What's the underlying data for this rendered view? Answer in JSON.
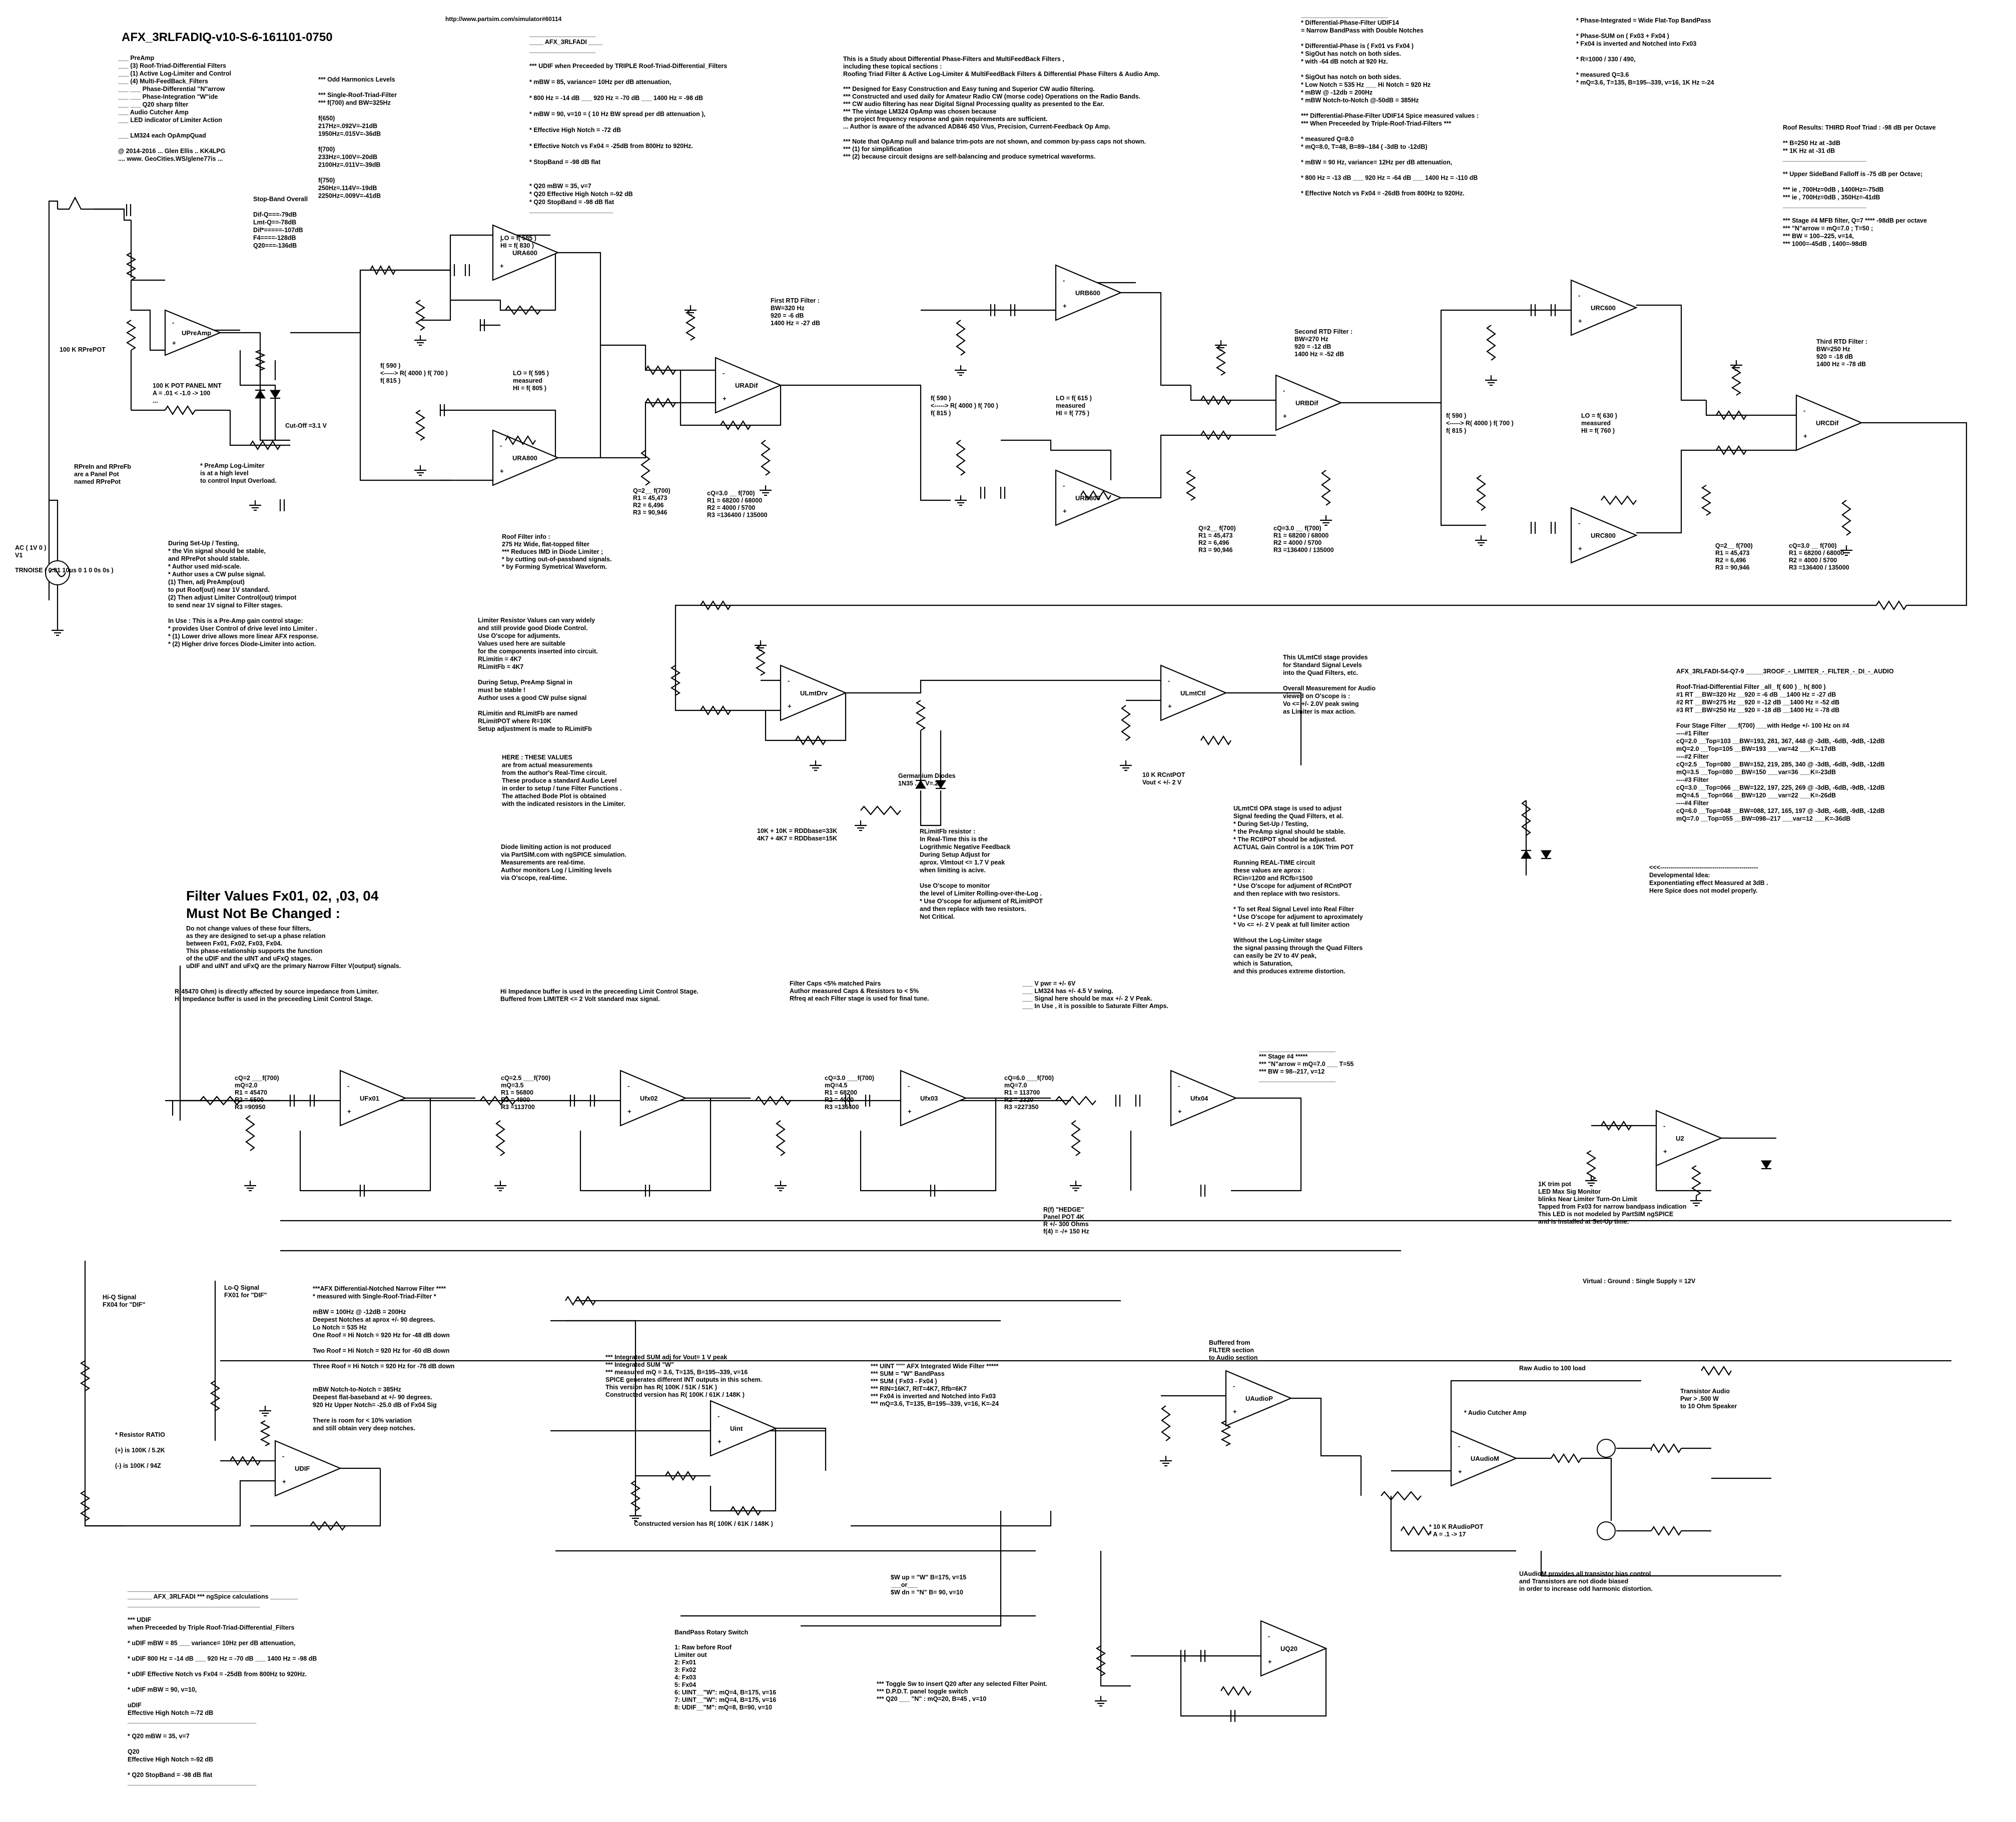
{
  "title": "AFX_3RLFADIQ-v10-S-6-161101-0750",
  "url": "http://www.partsim.com/simulator#60114",
  "filter_title_1": "Filter Values Fx01, 02, ,03, 04",
  "filter_title_2": "Must Not Be Changed :",
  "opamps": [
    {
      "id": "UPreAmp"
    },
    {
      "id": "URA600"
    },
    {
      "id": "URA800"
    },
    {
      "id": "URADif"
    },
    {
      "id": "URB600"
    },
    {
      "id": "URB800"
    },
    {
      "id": "URBDif"
    },
    {
      "id": "URC600"
    },
    {
      "id": "URC800"
    },
    {
      "id": "URCDif"
    },
    {
      "id": "ULmtDrv"
    },
    {
      "id": "ULmtCtl"
    },
    {
      "id": "UFx01"
    },
    {
      "id": "Ufx02"
    },
    {
      "id": "Ufx03"
    },
    {
      "id": "Ufx04"
    },
    {
      "id": "U2"
    },
    {
      "id": "UDIF"
    },
    {
      "id": "Uint"
    },
    {
      "id": "UAudioP"
    },
    {
      "id": "UAudioM"
    },
    {
      "id": "UQ20"
    }
  ],
  "notes": {
    "sections": [
      "___ PreAmp",
      "___ (3) Roof-Triad-Differential Filters",
      "___ (1) Active Log-Limiter and Control",
      "___ (4) Multi-FeedBack_Filters",
      "___ ___ Phase-Differential \"N\"arrow",
      "___ ___ Phase-Integration \"W\"ide",
      "___ ___ Q20 sharp filter",
      "___ Audio Cutcher Amp",
      "___ LED indicator of Limiter Action",
      "",
      "___ LM324 each OpAmpQuad",
      "",
      "@ 2014-2016 ... Glen Ellis .. KK4LPG",
      ".... www. GeoCities.WS/glene77is ..."
    ],
    "harmonics": [
      "*** Odd Harmonics Levels",
      "",
      "*** Single-Roof-Triad-Filter",
      "*** f(700) and BW=325Hz",
      "",
      "f(650)",
      "217Hz=.092V=-21dB",
      "1950Hz=.015V=-36dB",
      "",
      "f(700)",
      "233Hz=.100V=-20dB",
      "2100Hz=.011V=-39dB",
      "",
      "f(750)",
      "250Hz=.114V=-19dB",
      "2250Hz=.009V=-41dB"
    ],
    "stopband": [
      "Stop-Band Overall",
      "",
      "Dif-Q===-79dB",
      "Lmt-Q==-78dB",
      "Dif*=====-107dB",
      "F4====-128dB",
      "Q20===-136dB"
    ],
    "afx": [
      "___________________",
      "____ AFX_3RLFADI ____",
      "___________________",
      "",
      "*** UDIF when Preceeded by TRIPLE Roof-Triad-Differential_Filters",
      "",
      "* mBW = 85, variance= 10Hz per dB attenuation,",
      "",
      "* 800 Hz = -14 dB ___ 920 Hz = -70 dB ___ 1400 Hz = -98 dB",
      "",
      "* mBW = 90,  v=10  = ( 10 Hz BW spread per dB attenuation ),",
      "",
      "* Effective High Notch = -72 dB",
      "",
      "* Effective Notch vs Fx04 = -25dB from 800Hz to 920Hz.",
      "",
      "* StopBand = -98 dB flat",
      "",
      "",
      "* Q20 mBW = 35, v=7",
      "* Q20 Effective High Notch =-92 dB",
      "* Q20 StopBand = -98 dB flat",
      "________________________"
    ],
    "study": [
      "This is a Study about Differential Phase-Filters and MultiFeedBack Filters ,",
      "including these topical sections :",
      "Roofing Triad Filter & Active Log-Limiter & MultiFeedBack Filters & Differential Phase Filters & Audio Amp.",
      "",
      "*** Designed for Easy Construction and Easy tuning and Superior CW audio filtering.",
      "*** Constructed and used daily for Amateur Radio CW (morse code) Operations on the Radio Bands.",
      "*** CW audio filtering has near Digital Signal Processing quality as presented to the Ear.",
      "*** The vintage LM324 OpAmp was chosen because",
      "the project frequency response and gain requirements are sufficient.",
      "... Author is aware of the advanced AD846 450 V/us, Precision, Current-Feedback Op Amp.",
      "",
      "*** Note that OpAmp null and balance trim-pots are not shown, and common by-pass caps not shown.",
      "*** (1) for simplification",
      "*** (2) because circuit designs are self-balancing and produce symetrical waveforms."
    ],
    "udif14": [
      "_________________________",
      "* Differential-Phase-Filter UDIF14",
      "= Narrow BandPass with Double Notches",
      "",
      "* Differential-Phase is ( Fx01 vs Fx04 )",
      "* SigOut has notch on both sides.",
      "* with -64 dB notch at 920 Hz.",
      "",
      "* SigOut has notch on both sides.",
      "* Low Notch = 535 Hz ___ Hi Notch = 920 Hz",
      "* mBW @ -12db = 200Hz",
      "* mBW Notch-to-Notch @-50dB = 385Hz",
      "",
      "*** Differential-Phase-Filter UDIF14 Spice measured values :",
      "*** When Preceeded by Triple-Roof-Triad-Filters ***",
      "",
      "* measured Q=8.0",
      "* mQ=8.0, T=48, B=89--184  ( -3dB to -12dB)",
      "",
      "* mBW = 90 Hz, variance= 12Hz per dB attenuation,",
      "",
      "* 800 Hz = -13 dB ___ 920 Hz = -64 dB ___ 1400 Hz = -110 dB",
      "",
      "* Effective Notch vs Fx04 = -26dB from 800Hz to 920Hz."
    ],
    "phaseint": [
      "* Phase-Integrated = Wide Flat-Top BandPass",
      "",
      "* Phase-SUM on ( Fx03 + Fx04 )",
      "* Fx04 is inverted and Notched into Fx03",
      "",
      "* R=1000 / 330 / 490,",
      "",
      "* measured Q=3.6",
      "* mQ=3.6, T=135, B=195--339, v=16, 1K Hz =-24"
    ],
    "roofresults": [
      "Roof Results: THIRD Roof Triad : -98 dB per Octave",
      "",
      "** B=250 Hz at -3dB",
      "** 1K Hz at -31 dB",
      "________________________",
      "",
      "** Upper SideBand Falloff is -75 dB per Octave;",
      "",
      "***  ie , 700Hz=0dB , 1400Hz=-75dB",
      "***    ie , 700Hz=0dB , 350Hz=-41dB",
      "________________________",
      "",
      "*** Stage #4 MFB filter, Q=7 ****  -98dB per octave",
      "*** \"N\"arrow = mQ=7.0 ; T=50 ;",
      "*** BW = 100--225, v=14,",
      "*** 1000=-45dB , 1400=-98dB"
    ],
    "afxtable": [
      "AFX_3RLFADI-S4-Q7-9 _____3ROOF_-_LIMITER_-_FILTER_-_DI_-_AUDIO",
      "",
      "Roof-Triad-Differential Filter _all_ f( 600 ) _ h( 800 )",
      "#1 RT __BW=320 Hz __920 = -6 dB __1400 Hz = -27 dB",
      "#2 RT __BW=275 Hz __920 = -12 dB __1400 Hz = -52 dB",
      "#3 RT __BW=250 Hz __920 = -18 dB __1400 Hz = -78 dB",
      "",
      "Four Stage Filter ___f(700) ___with Hedge +/- 100 Hz on #4",
      "----#1 Filter",
      "cQ=2.0 __Top=103 __BW=193, 281, 367, 448 @ -3dB, -6dB, -9dB, -12dB",
      "mQ=2.0 __Top=105 __BW=193 ___var=42 ___K=-17dB",
      "----#2 Filter",
      "cQ=2.5 __Top=080 __BW=152, 219, 285, 340 @ -3dB, -6dB, -9dB, -12dB",
      "mQ=3.5 __Top=080 __BW=150 ___var=36 ___K=-23dB",
      "----#3 Filter",
      "cQ=3.0 __Top=066 __BW=122, 197, 225, 269 @ -3dB, -6dB, -9dB, -12dB",
      "mQ=4.5 __Top=066 __BW=120 ___var=22 ___K=-26dB",
      "----#4 Filter",
      "cQ=6.0 __Top=048 __BW=088, 127, 165, 197 @ -3dB, -6dB, -9dB, -12dB",
      "mQ=7.0 __Top=055 __BW=098--217 ___var=12 ___K=-36dB"
    ],
    "testing": [
      "During Set-Up / Testing,",
      "* the Vin signal should be stable,",
      "  and RPrePot should stable.",
      "* Author used mid-scale.",
      "* Author uses a CW pulse signal.",
      "(1) Then, adj PreAmp(out)",
      "  to put Roof(out) near 1V standard.",
      "(2) Then adjust Limiter Control(out) trimpot",
      "  to send near 1V signal to Filter stages.",
      "",
      "In Use : This is a Pre-Amp gain control stage:",
      "* provides User Control of drive level into Limiter .",
      "* (1) Lower drive allows more linear AFX response.",
      "* (2) Higher drive forces Diode-Limiter into action."
    ],
    "limiter": [
      "Limiter Resistor Values can vary widely",
      "and still provide good Diode Control.",
      "Use O'scope for adjuments.",
      "Values used here are suitable",
      "for the components inserted into circuit.",
      "RLimitin = 4K7",
      "RLimitFb = 4K7",
      "",
      "During Setup, PreAmp Signal in",
      "must be stable !",
      "Author uses a good CW pulse signal",
      "",
      "RLimitin and RLimitFb are named",
      "RLimitPOT where R=10K",
      "Setup adjustment is made to RLimitFb"
    ],
    "these": [
      "HERE : THESE VALUES",
      "are from actual measurements",
      "from the author's Real-Time circuit.",
      "These produce a standard Audio Level",
      "in order to setup / tune Filter Functions .",
      "The attached Bode Plot is obtained",
      "with the indicated resistors in the Limiter."
    ],
    "diode": [
      "Diode limiting action is not produced",
      "via PartSIM.com with ngSPICE simulation.",
      "Measurements are real-time.",
      "Author monitors Log / Limiting levels",
      "via O'scope, real-time."
    ],
    "ulmtctl": [
      "This ULmtCtl stage provides",
      "for Standard Signal Levels",
      "into the Quad Filters, etc.",
      "",
      "Overall Measurement for Audio",
      "viewed on O'scope is :",
      "Vo <= +/- 2.0V peak swing",
      "as Limiter is max action."
    ],
    "ulmtctl2": [
      "ULmtCtl OPA stage is used to adjust",
      "Signal feeding the Quad Filters, et al.",
      "* During Set-Up / Testing,",
      "* the PreAmp signal should be stable.",
      "* The RCtlPOT should be adjusted.",
      "ACTUAL Gain Control is a 10K Trim POT",
      "",
      "Running REAL-TIME circuit",
      "these values are aprox :",
      "RCin=1200 and RCfb=1500",
      "* Use O'scope for adjument of RCntPOT",
      "and then replace with two resistors.",
      "",
      "* To set Real Signal Level into Real Filter",
      "* Use O'scope for adjument to aproximately",
      "* Vo <= +/- 2 V peak at full limiter action",
      "",
      "Without the Log-Limiter stage",
      "the signal passing through the Quad Filters",
      "can easily be 2V to 4V peak,",
      "which is Saturation,",
      "and this produces extreme distortion."
    ],
    "rlimitfb": [
      "RLimitFb resistor :",
      "In Real-Time this is the",
      "Logrithmic Negative Feedback",
      "During Setup Adjust for",
      "aprox. Vlmtout <= 1.7 V peak",
      "when limiting is acive.",
      "",
      "Use O'scope to monitor",
      "the level of Limiter Rolling-over-the-Log .",
      "* Use O'scope for adjument of RLimitPOT",
      "and then replace with two resistors.",
      "Not Critical."
    ],
    "developmental": [
      "<<<-----------------------------------------------",
      "Developmental Idea:",
      "Exponentiating effect Measured at 3dB .",
      "Here Spice does not model properly."
    ],
    "donotchange": [
      "Do not change values of these four filters,",
      "as they are designed to set-up a phase relation",
      "between Fx01, Fx02, Fx03, Fx04.",
      "This phase-relationship supports the function",
      "of the uDIF and the uINT and uFxQ stages.",
      "uDIF and uINT and uFxQ  are the primary Narrow Filter V(output) signals."
    ],
    "rsource": [
      "R(45470 Ohm) is directly affected by source impedance from Limiter.",
      "Hi Impedance buffer is used in the preceeding Limit Control Stage."
    ],
    "hiimp": [
      "Hi Impedance buffer is used in the preceeding Limit Control Stage.",
      "Buffered from LIMITER <= 2 Volt standard max signal."
    ],
    "caps": [
      "Filter Caps  <5% matched Pairs",
      "Author measured Caps & Resistors to < 5%",
      "Rfreq at each Filter stage is used for final tune."
    ],
    "vpwr": [
      "___ V pwr = +/- 6V",
      "___ LM324 has +/- 4.5 V swing.",
      "___ Signal here should be max +/- 2 V Peak.",
      "___ In Use , it is possible to Saturate Filter Amps."
    ],
    "stage4": [
      "______________________",
      "*** Stage #4 *****",
      "*** \"N\"arrow = mQ=7.0 ___ T=55",
      "*** BW = 98--217, v=12",
      "______________________"
    ],
    "diffnarrow": [
      "***AFX Differential-Notched Narrow Filter ****",
      "* measured with Single-Roof-Triad-Filter *",
      "",
      "mBW = 100Hz @ -12dB = 200Hz",
      "Deepest Notches at aprox +/- 90 degrees.",
      "Lo Notch = 535 Hz",
      "One Roof = Hi Notch = 920 Hz for -48 dB down",
      "",
      "Two Roof = Hi Notch = 920 Hz for -60 dB down",
      "",
      "Three Roof = Hi Notch = 920 Hz for -78 dB down",
      "",
      "",
      "mBW Notch-to-Notch = 385Hz",
      "Deepest flat-baseband at +/- 90 degrees.",
      "920 Hz Upper Notch= -25.0 dB of Fx04 Sig",
      "",
      "There is room for < 10% variation",
      "and still obtain very deep notches."
    ],
    "intsum": [
      "*** Integrated SUM adj for Vout= 1 V peak",
      "*** Integrated SUM \"W\"",
      "*** measured mQ = 3.6, T=135, B=195--339, v=16",
      "SPICE generates different INT outputs in this schem.",
      "This version has R( 100K / 51K / 51K )",
      "Constructed version has R( 100K / 61K / 148K )"
    ],
    "uint": [
      "*** UINT \"\"\" AFX Integrated Wide Filter *****",
      "*** SUM = \"W\" BandPass",
      "*** SUM ( Fx03 - Fx04 )",
      "*** RIN=16K7, RIT=4K7, Rfb=6K7",
      "*** Fx04 is inverted and Notched into Fx03",
      "*** mQ=3.6, T=135, B=195--339, v=16, K=-24"
    ],
    "led": [
      "1K trim pot",
      "LED Max Sig Monitor",
      "blinks Near Limiter Turn-On Limit",
      "Tapped from Fx03 for narrow bandpass indication",
      "This LED is not modeled by PartSIM ngSPICE",
      "and is installed at Set-Up time."
    ],
    "ratio": [
      "* Resistor RATIO",
      "",
      "(+) is 100K / 5.2K",
      "",
      "(-) is 100K / 94Z"
    ],
    "switch": [
      "BandPass Rotary Switch",
      "",
      "1: Raw before Roof",
      "  Limiter out",
      "2: Fx01",
      "3: Fx02",
      "4: Fx03",
      "5: Fx04",
      "6: UINT__\"W\": mQ=4, B=175, v=16",
      "7: UINT__\"W\": mQ=4, B=175, v=16",
      "8: UDIF__\"M\": mQ=8, B=90, v=10"
    ],
    "toggle": [
      "*** Toggle Sw to insert Q20 after any selected Filter Point.",
      "*** D.P.D.T. panel toggle switch",
      "*** Q20 ___ \"N\" : mQ=20, B=45 , v=10"
    ],
    "ngspice": [
      "______________________________________",
      "_______ AFX_3RLFADI *** ngSpice calculations ________",
      "______________________________________",
      "",
      "*** UDIF",
      "  when Preceeded by Triple Roof-Triad-Differential_Filters",
      "",
      "* uDIF mBW = 85 ___ variance= 10Hz per dB attenuation,",
      "",
      "* uDIF 800 Hz = -14 dB ___ 920 Hz = -70 dB ___ 1400 Hz = -98 dB",
      "",
      "* uDIF Effective Notch vs Fx04 = -25dB from 800Hz to 920Hz.",
      "",
      "* uDIF mBW = 90,   v=10,",
      "",
      "uDIF",
      "Effective High Notch =-72 dB",
      "_____________________________________",
      "",
      "* Q20 mBW = 35, v=7",
      "",
      "Q20",
      "Effective High Notch =-92 dB",
      "",
      "* Q20 StopBand = -98 dB flat",
      "_____________________________________"
    ],
    "uaudiom": [
      "UAudioM provides all transistor bias control",
      "and Transistors are not diode biased",
      "in order to increase odd harmonic distortion."
    ],
    "preamplog": [
      "* PreAmp Log-Limiter",
      "  is at a high level",
      "  to control Input Overload."
    ],
    "rpreinnote": [
      "RPreIn and RPreFb",
      "are a Panel Pot",
      "named RPrePot"
    ],
    "potmnt": [
      "100 K POT PANEL MNT",
      "A = .01 < -1.0 -> 100",
      "..."
    ],
    "roofinfo": [
      "Roof Filter info :",
      "275 Hz Wide, flat-topped filter",
      "*** Reduces IMD in Diode Limiter ;",
      "* by cutting out-of-passband signals.",
      "* by Forming Symetrical Waveform."
    ],
    "buffered": [
      "Buffered from",
      "FILTER section",
      "to Audio section"
    ],
    "rtd1": [
      "First RTD Filter :",
      "BW=320 Hz",
      "920 = -6 dB",
      "1400 Hz = -27 dB"
    ],
    "rtd2": [
      "Second RTD Filter :",
      "BW=270 Hz",
      "920 = -12 dB",
      "1400 Hz = -52 dB"
    ],
    "rtd3": [
      "Third RTD Filter :",
      "BW=250 Hz",
      "920 = -18 dB",
      "1400 Hz = -78 dB"
    ],
    "q2a": [
      "Q=2__ f(700)",
      "R1 = 45,473",
      "R2 = 6,496",
      "R3 = 90,946"
    ],
    "cq3a": [
      "cQ=3.0 __ f(700)",
      "R1 = 68200 / 68000",
      "R2 = 4000 / 5700",
      "R3 =136400 / 135000"
    ],
    "fx01vals": [
      "cQ=2 ___f(700)",
      "mQ=2.0",
      "R1 = 45470",
      "R2 = 6500",
      "R3 =90950"
    ],
    "fx02vals": [
      "cQ=2.5 ___f(700)",
      "mQ=3.5",
      "R1 = 56800",
      "R2 = 4900",
      "R3 =113700"
    ],
    "fx03vals": [
      "cQ=3.0 ___f(700)",
      "mQ=4.5",
      "R1 = 68200",
      "R2 = 4000",
      "R3 =136400"
    ],
    "fx04vals": [
      "cQ=6.0 ___f(700)",
      "mQ=7.0",
      "R1 = 113700",
      "R2 = 2320",
      "R3 =227350"
    ],
    "hedge": [
      "R(f) \"HEDGE\"",
      "Panel POT 4K",
      "R +/- 300 Ohms",
      "f(4) = -/+ 150 Hz"
    ],
    "ac": [
      "AC ( 1V 0 )",
      "V1",
      "",
      "TRNOISE ( 0.01 10us 0 1 0 0s 0s )"
    ],
    "transistor": [
      "Transistor Audio",
      "Pwr > .500 W",
      "to 10 Ohm Speaker"
    ],
    "virtual": "Virtual : Ground : Single Supply = 12V",
    "cutoff": "Cut-Off =3.1 V",
    "rk100pot": "100 K RPrePOT",
    "trimctl": [
      "10 K RCntPOT",
      "Vout < +/- 2 V"
    ],
    "diodes_ge": [
      "Germanium Diodes",
      "1N35 . . . V=.23"
    ],
    "rdd": [
      "10K + 10K = RDDbase=33K",
      "4K7 + 4K7 = RDDbase=15K"
    ],
    "loq": [
      "Lo-Q Signal",
      "FX01 for \"DIF\""
    ],
    "hiq": [
      "Hi-Q Signal",
      "FX04 for \"DIF\""
    ],
    "swup": [
      "$W up = \"W\" B=175, v=15",
      "___or___",
      "$W dn = \"N\" B= 90, v=10"
    ],
    "constructed": "Constructed version has R( 100K / 61K / 148K )",
    "raw": "Raw Audio to 100 load",
    "cutcher": "* Audio Cutcher Amp",
    "k10audio": [
      "* 10 K RAudioPOT",
      "* A = .1 -> 17"
    ],
    "lohi_a": [
      "LO = f( 585 )",
      "HI = f( 830 )"
    ],
    "measured_a": [
      "LO = f( 595 )",
      "measured",
      "HI = f( 805 )"
    ],
    "measured_b": [
      "LO = f( 615 )",
      "measured",
      "HI = f( 775 )"
    ],
    "measured_c": [
      "LO = f( 630 )",
      "measured",
      "HI = f( 760 )"
    ],
    "f590": [
      "f( 590 )",
      "<-----> R( 4000 ) f( 700 )",
      "f( 815 )"
    ]
  }
}
